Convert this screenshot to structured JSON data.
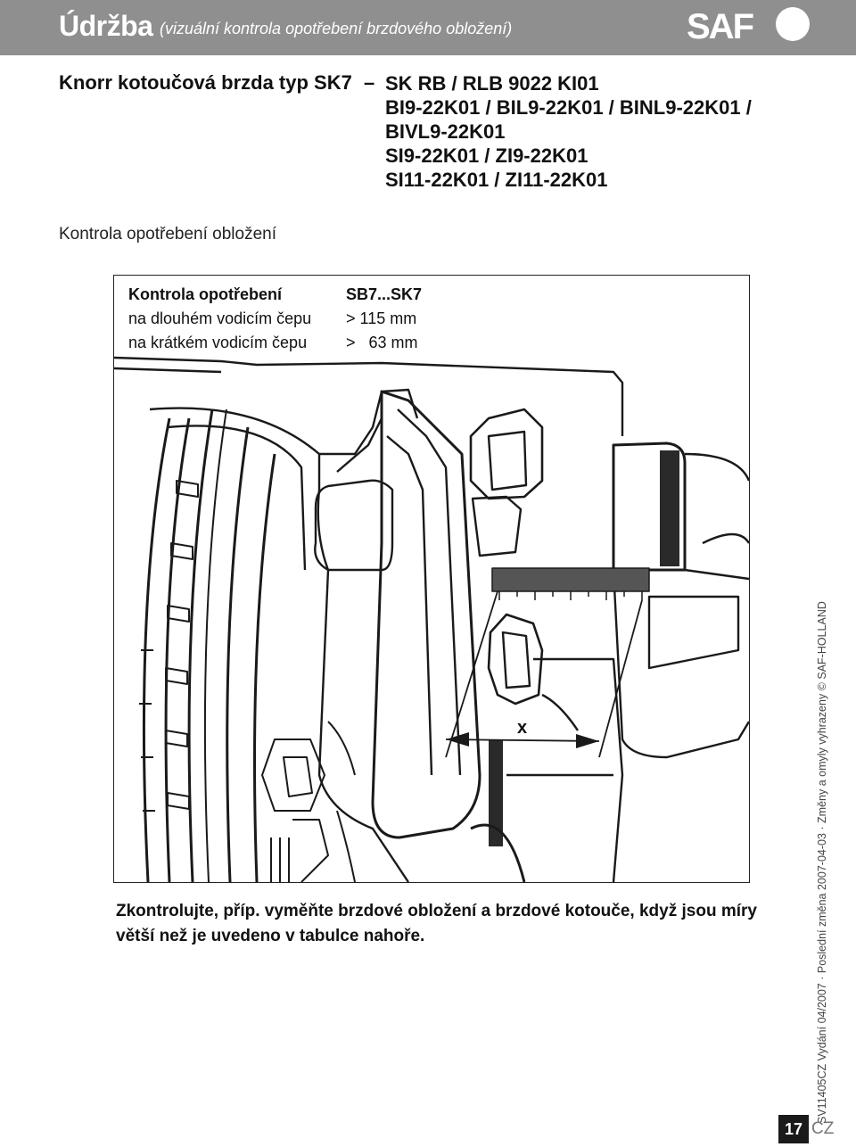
{
  "header": {
    "title": "Údržba",
    "subtitle": "(vizuální kontrola opotřebení brzdového obložení)",
    "logo_text": "SAF"
  },
  "model": {
    "label": "Knorr kotoučová brzda typ SK7",
    "dash": "–",
    "lines": [
      "SK RB / RLB 9022 KI01",
      "BI9-22K01 / BIL9-22K01 / BINL9-22K01 /",
      "BIVL9-22K01",
      "SI9-22K01 / ZI9-22K01",
      "SI11-22K01 / ZI11-22K01"
    ]
  },
  "section_title": "Kontrola opotřebení obložení",
  "spec_table": {
    "header": [
      "Kontrola opotřebení",
      "SB7...SK7"
    ],
    "rows": [
      [
        "na dlouhém vodicím čepu",
        "> 115 mm"
      ],
      [
        "na krátkém vodicím čepu",
        ">   63 mm"
      ]
    ]
  },
  "figure": {
    "dimension_label": "x"
  },
  "note": "Zkontrolujte, příp. vyměňte brzdové obložení a brzdové kotouče, když jsou míry větší než je uvedeno v tabulce nahoře.",
  "side_text": "SV11405CZ  Vydání 04/2007 · Poslední změna 2007-04-03 · Změny a omyly vyhrazeny © SAF-HOLLAND",
  "footer": {
    "page_number": "17",
    "language": "CZ"
  }
}
